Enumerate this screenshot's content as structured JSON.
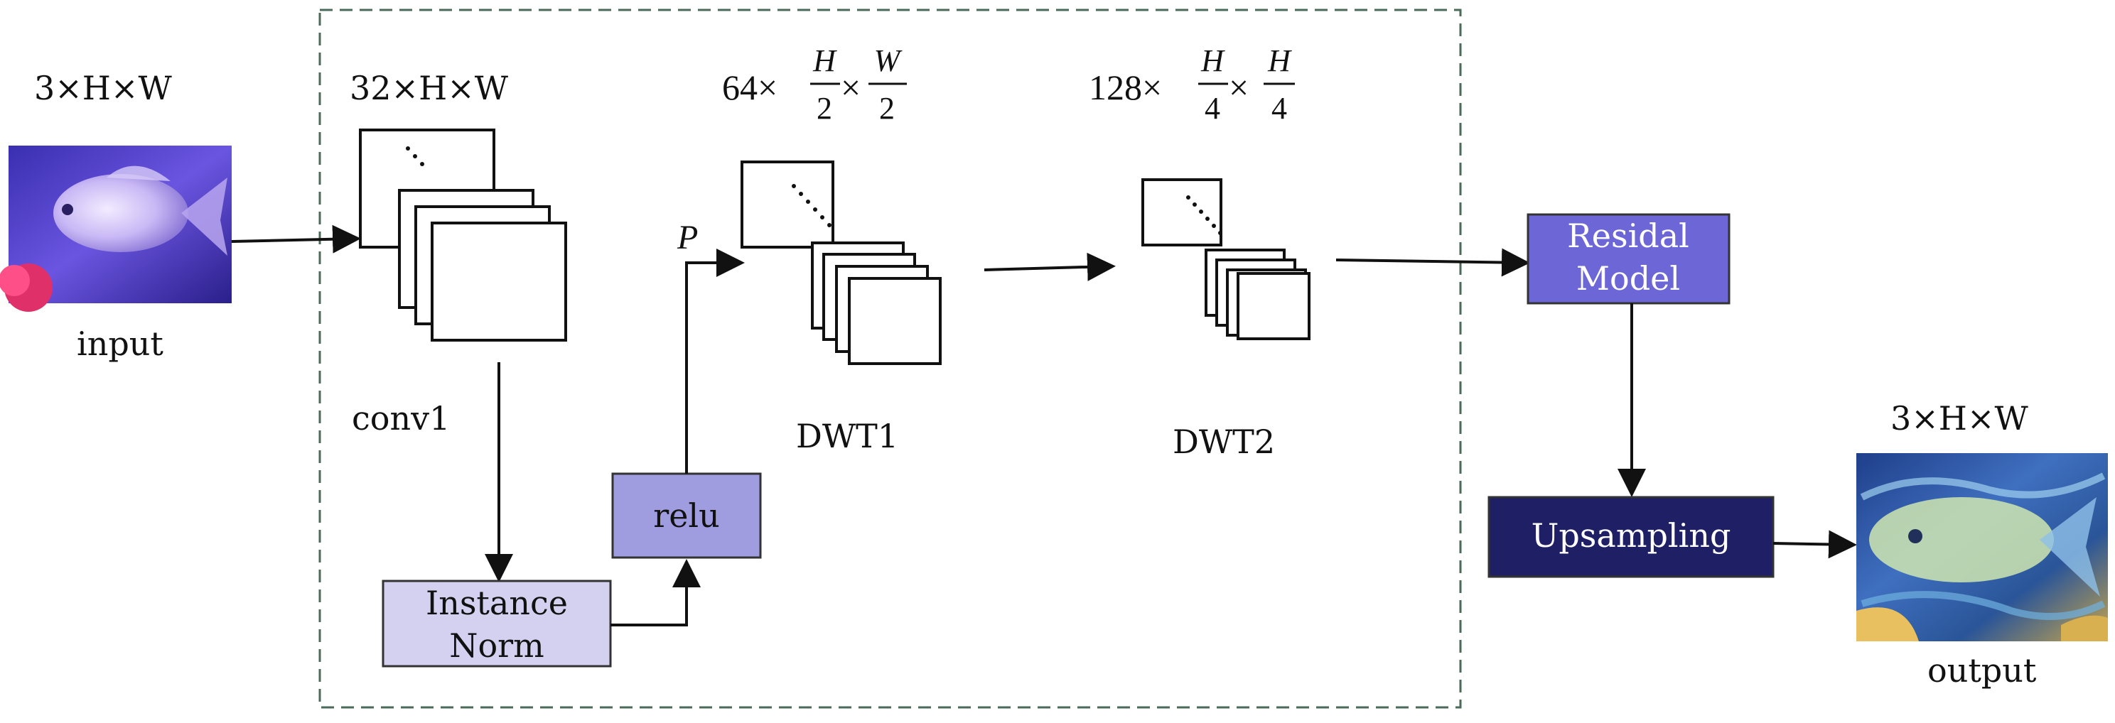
{
  "input": {
    "dims": "3×H×W",
    "label": "input"
  },
  "conv1": {
    "dims": "32×H×W",
    "label": "conv1"
  },
  "dwt1": {
    "dims_prefix": "64×",
    "frac1_num": "H",
    "frac1_den": "2",
    "times": "×",
    "frac2_num": "W",
    "frac2_den": "2",
    "label": "DWT1"
  },
  "dwt2": {
    "dims_prefix": "128×",
    "frac1_num": "H",
    "frac1_den": "4",
    "times": "×",
    "frac2_num": "H",
    "frac2_den": "4",
    "label": "DWT2"
  },
  "pool_label": "P",
  "instance_norm": {
    "line1": "Instance",
    "line2": "Norm",
    "fill": "#d3d0f0"
  },
  "relu": {
    "label": "relu",
    "fill": "#a09ce0"
  },
  "residual": {
    "line1": "Residal",
    "line2": "Model",
    "fill": "#6c66d6"
  },
  "upsampling": {
    "label": "Upsampling",
    "fill": "#1f1f66"
  },
  "output": {
    "dims": "3×H×W",
    "label": "output"
  }
}
